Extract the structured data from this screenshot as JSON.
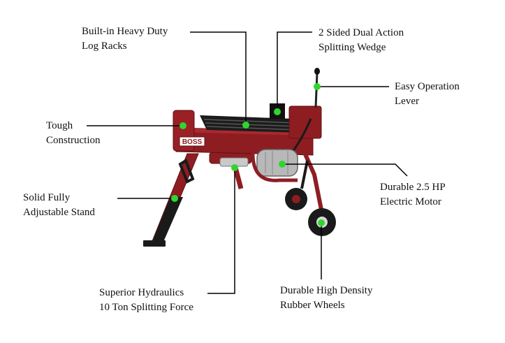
{
  "diagram": {
    "machine_brand": "BOSS",
    "callouts": [
      {
        "id": "log-racks",
        "lines": [
          "Built-in Heavy Duty",
          "Log Racks"
        ]
      },
      {
        "id": "wedge",
        "lines": [
          "2 Sided Dual Action",
          "Splitting Wedge"
        ]
      },
      {
        "id": "lever",
        "lines": [
          "Easy Operation",
          "Lever"
        ]
      },
      {
        "id": "construction",
        "lines": [
          "Tough",
          "Construction"
        ]
      },
      {
        "id": "motor",
        "lines": [
          "Durable 2.5 HP",
          "Electric Motor"
        ]
      },
      {
        "id": "stand",
        "lines": [
          "Solid Fully",
          "Adjustable Stand"
        ]
      },
      {
        "id": "hydraulics",
        "lines": [
          "Superior Hydraulics",
          "10 Ton Splitting Force"
        ]
      },
      {
        "id": "wheels",
        "lines": [
          "Durable High Density",
          "Rubber Wheels"
        ]
      }
    ],
    "colors": {
      "frame_red": "#8e1d22",
      "frame_dark": "#5e1114",
      "rack_black": "#1c1c1c",
      "callout_dot": "#2fd62f",
      "leader_line": "#000000",
      "label_text": "#111111"
    }
  }
}
